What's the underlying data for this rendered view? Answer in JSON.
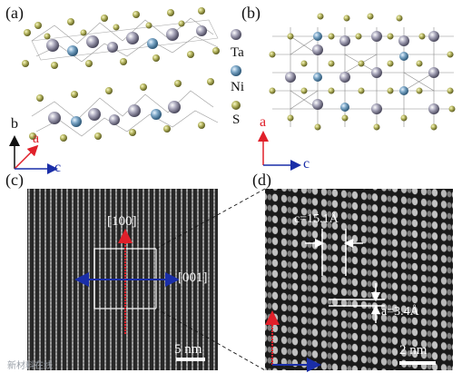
{
  "panels": {
    "a": {
      "label": "(a)",
      "axes": {
        "up": "b",
        "diag": "a",
        "right": "c"
      }
    },
    "b": {
      "label": "(b)",
      "legend": [
        {
          "name": "Ta",
          "color": "#9a98ab"
        },
        {
          "name": "Ni",
          "color": "#6c96b6"
        },
        {
          "name": "S",
          "color": "#9a9a4a"
        }
      ],
      "axes": {
        "up": "a",
        "right": "c"
      }
    },
    "c": {
      "label": "(c)",
      "dir_vertical": "[100]",
      "dir_horizontal": "[001]",
      "scale_bar": "5 nm"
    },
    "d": {
      "label": "(d)",
      "c_spacing": "c=15.1Å",
      "a_spacing": "a=3.4Å",
      "scale_bar": "2 nm"
    }
  },
  "colors": {
    "axis_red": "#e0202a",
    "axis_blue": "#1a2ea8",
    "tem_dark": "#2a2a2a",
    "tem_light": "#cfcfcf"
  },
  "watermark": "新材料在线"
}
